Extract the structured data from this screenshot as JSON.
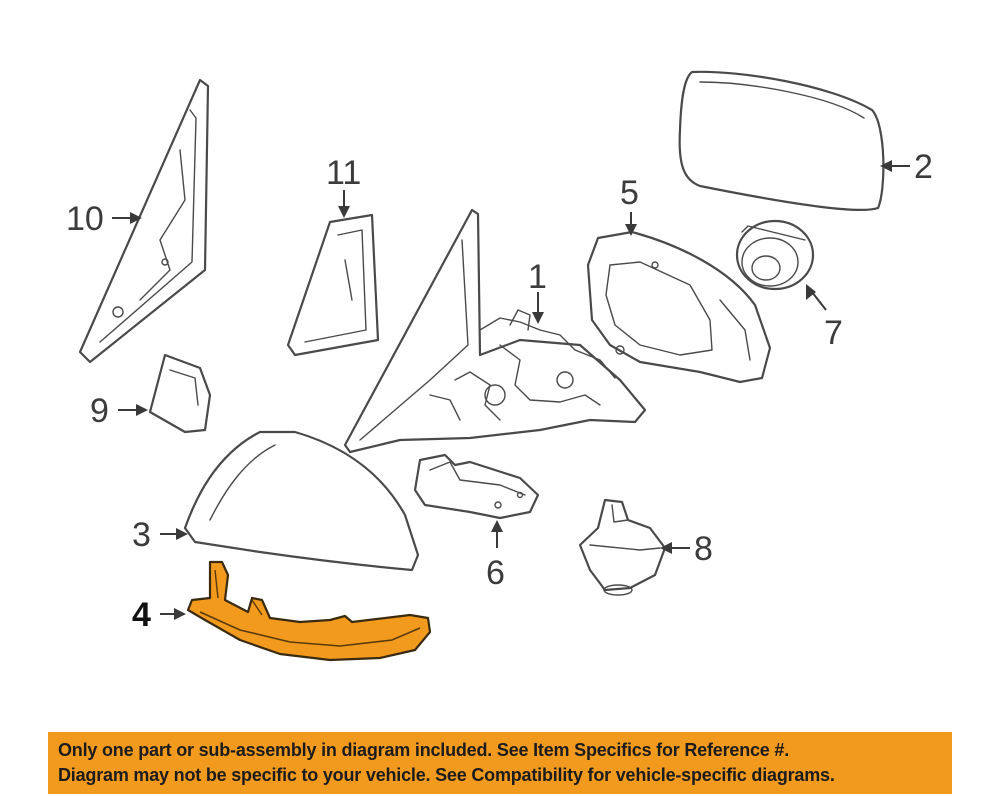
{
  "diagram": {
    "callouts": {
      "c1": "1",
      "c2": "2",
      "c3": "3",
      "c4": "4",
      "c5": "5",
      "c6": "6",
      "c7": "7",
      "c8": "8",
      "c9": "9",
      "c10": "10",
      "c11": "11"
    },
    "highlight_part": "4",
    "colors": {
      "highlight_fill": "#f29a1e",
      "line": "#4a4a4a",
      "notice_bg": "#f29a1e"
    }
  },
  "notice": {
    "line1": "Only one part or sub-assembly in diagram included. See Item Specifics for Reference #.",
    "line2": "Diagram may not be specific to your vehicle. See Compatibility for vehicle-specific diagrams."
  }
}
